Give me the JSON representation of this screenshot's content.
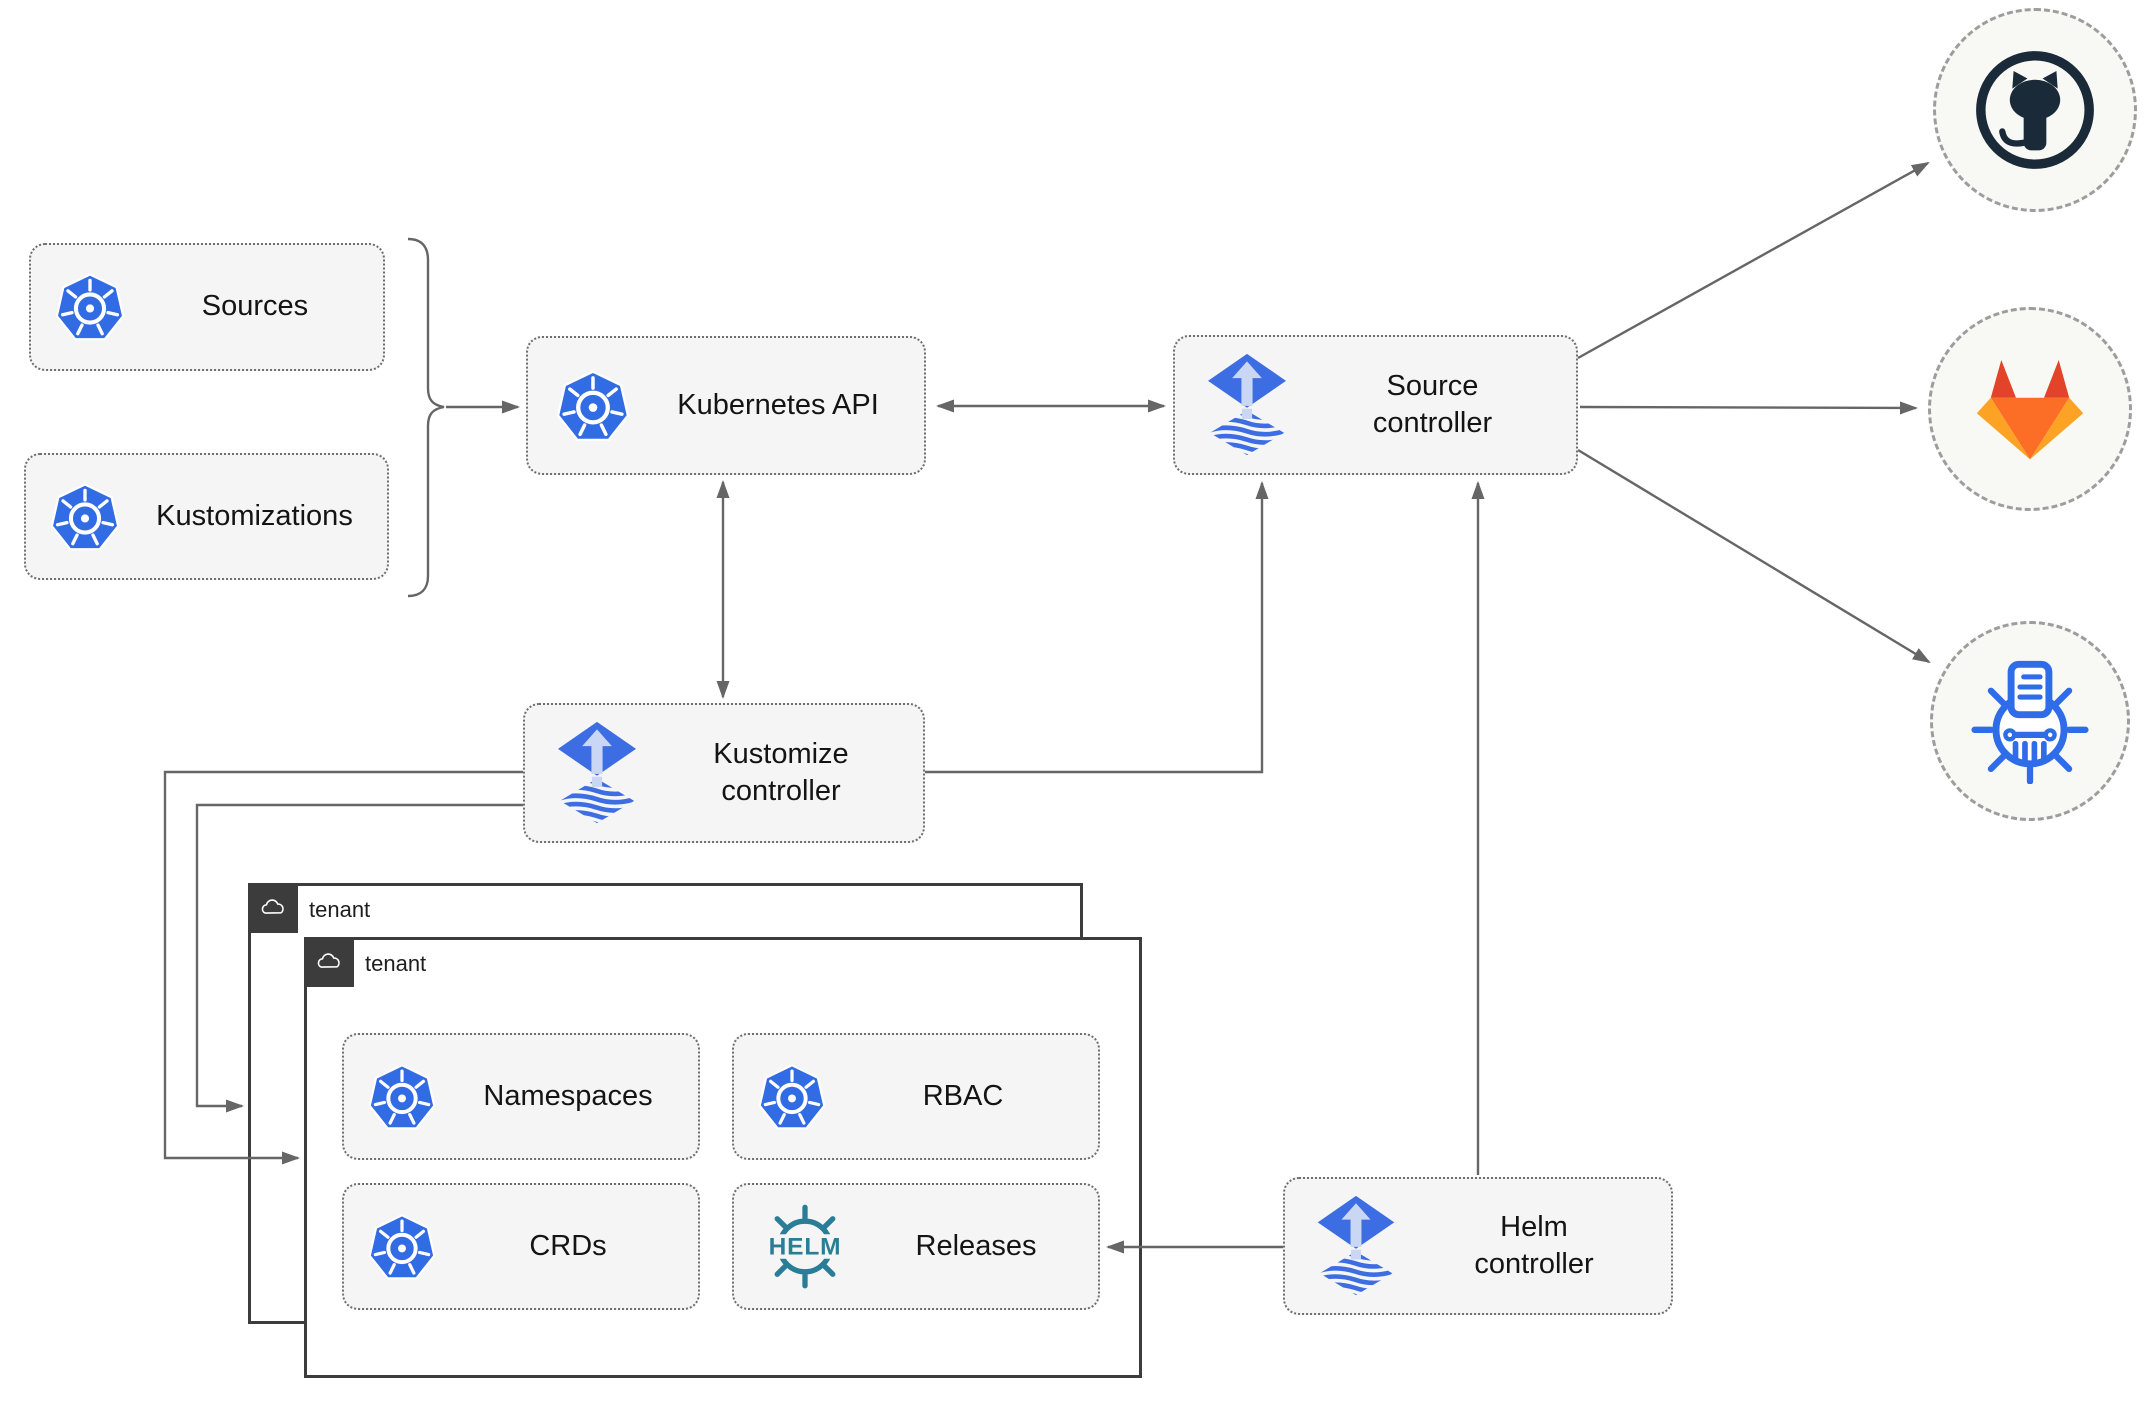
{
  "diagram": {
    "title_hint": "Flux GitOps architecture",
    "nodes": {
      "sources": {
        "label": "Sources"
      },
      "kustomizations": {
        "label": "Kustomizations"
      },
      "kubernetes_api": {
        "label": "Kubernetes API"
      },
      "source_controller": {
        "label": "Source controller"
      },
      "kustomize_controller": {
        "label": "Kustomize controller"
      },
      "helm_controller": {
        "label": "Helm controller"
      },
      "namespaces": {
        "label": "Namespaces"
      },
      "rbac": {
        "label": "RBAC"
      },
      "crds": {
        "label": "CRDs"
      },
      "releases": {
        "label": "Releases"
      }
    },
    "tenants": {
      "outer_label": "tenant",
      "inner_label": "tenant"
    },
    "icons": {
      "helm_wheel_text": "HELM",
      "kubernetes": "kubernetes-icon",
      "flux": "flux-icon",
      "helm": "helm-icon",
      "cloud": "cloud-icon",
      "github": "github-icon",
      "gitlab": "gitlab-icon",
      "chart_repository": "chartmuseum-icon"
    },
    "colors": {
      "kubernetes_blue": "#326CE5",
      "flux_blue": "#3D6DE2",
      "flux_arrow_light": "#C9D7F5",
      "helm_teal": "#2A7D97",
      "chartmuseum_blue": "#2F6CE8",
      "github_dark": "#1B2A38",
      "gitlab_dark_orange": "#E24329",
      "gitlab_orange": "#FC6D26",
      "gitlab_light_orange": "#FCA326",
      "node_fill": "#F5F5F5",
      "connector_gray": "#666666",
      "tenant_border": "#3C3C3C"
    }
  }
}
